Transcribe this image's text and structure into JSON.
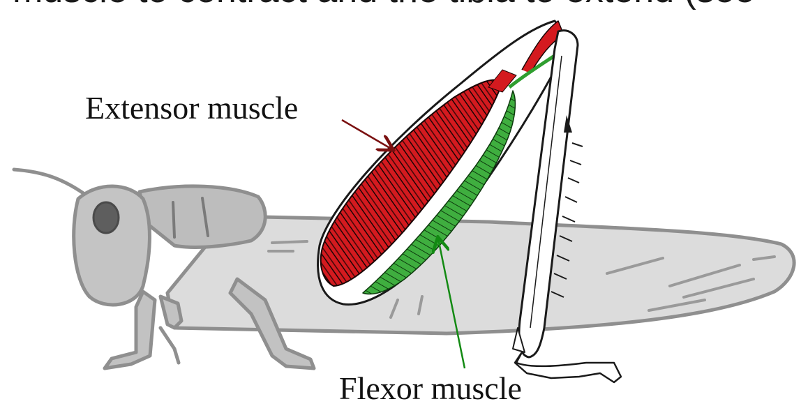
{
  "heading": {
    "text": "muscle to contract and the tibia to extend (see"
  },
  "labels": {
    "extensor": "Extensor muscle",
    "flexor": "Flexor muscle"
  },
  "colors": {
    "body_gray": "#c9c9c9",
    "outline_gray": "#9a9a9a",
    "extensor_red": "#c8141a",
    "flexor_green": "#2f9e2f",
    "extensor_arrow": "#7a1010",
    "flexor_arrow": "#138a13"
  }
}
